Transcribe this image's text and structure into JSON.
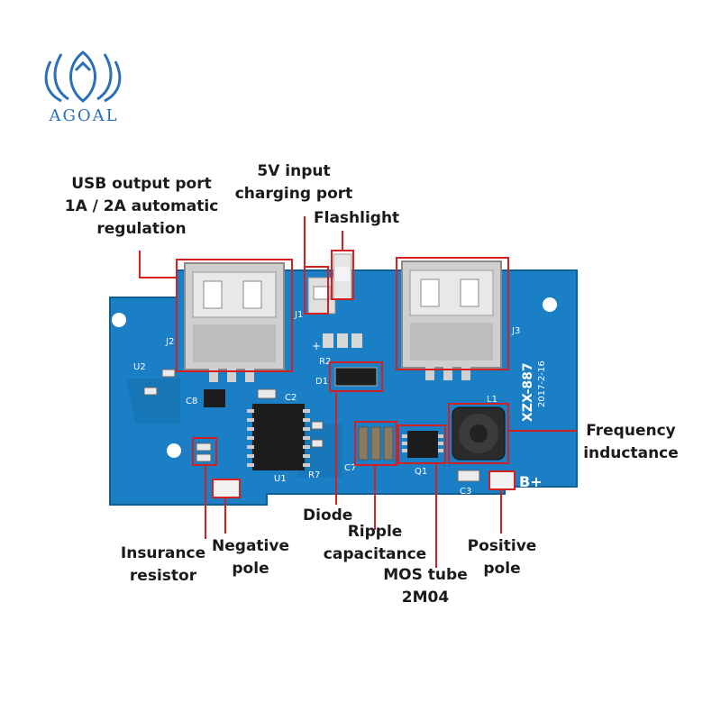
{
  "logo": {
    "text": "AGOAL",
    "color": "#2a6fb8"
  },
  "colors": {
    "board": "#1a7fc4",
    "board_dark": "#0f5f99",
    "highlight": "#d42020",
    "text": "#1a1a1a",
    "metal": "#c9c9c9"
  },
  "board_marks": {
    "j1": "J1",
    "j2": "J2",
    "j3": "J3",
    "u1": "U1",
    "u2": "U2",
    "d1": "D1",
    "r2": "R2",
    "r7": "R7",
    "c2": "C2",
    "c3": "C3",
    "c7": "C7",
    "c8": "C8",
    "q1": "Q1",
    "l1": "L1",
    "model": "XZX-887",
    "date": "2017-2-16",
    "plus": "+",
    "bplus": "B+"
  },
  "labels": {
    "usb_output": [
      "USB output port",
      "1A / 2A automatic",
      "regulation"
    ],
    "input_port": [
      "5V input",
      "charging port"
    ],
    "flashlight": "Flashlight",
    "frequency_inductance": [
      "Frequency",
      "inductance"
    ],
    "diode": "Diode",
    "ripple_capacitance": [
      "Ripple",
      "capacitance"
    ],
    "mos_tube": [
      "MOS tube",
      "2M04"
    ],
    "insurance_resistor": [
      "Insurance",
      "resistor"
    ],
    "negative_pole": [
      "Negative",
      "pole"
    ],
    "positive_pole": [
      "Positive",
      "pole"
    ]
  }
}
